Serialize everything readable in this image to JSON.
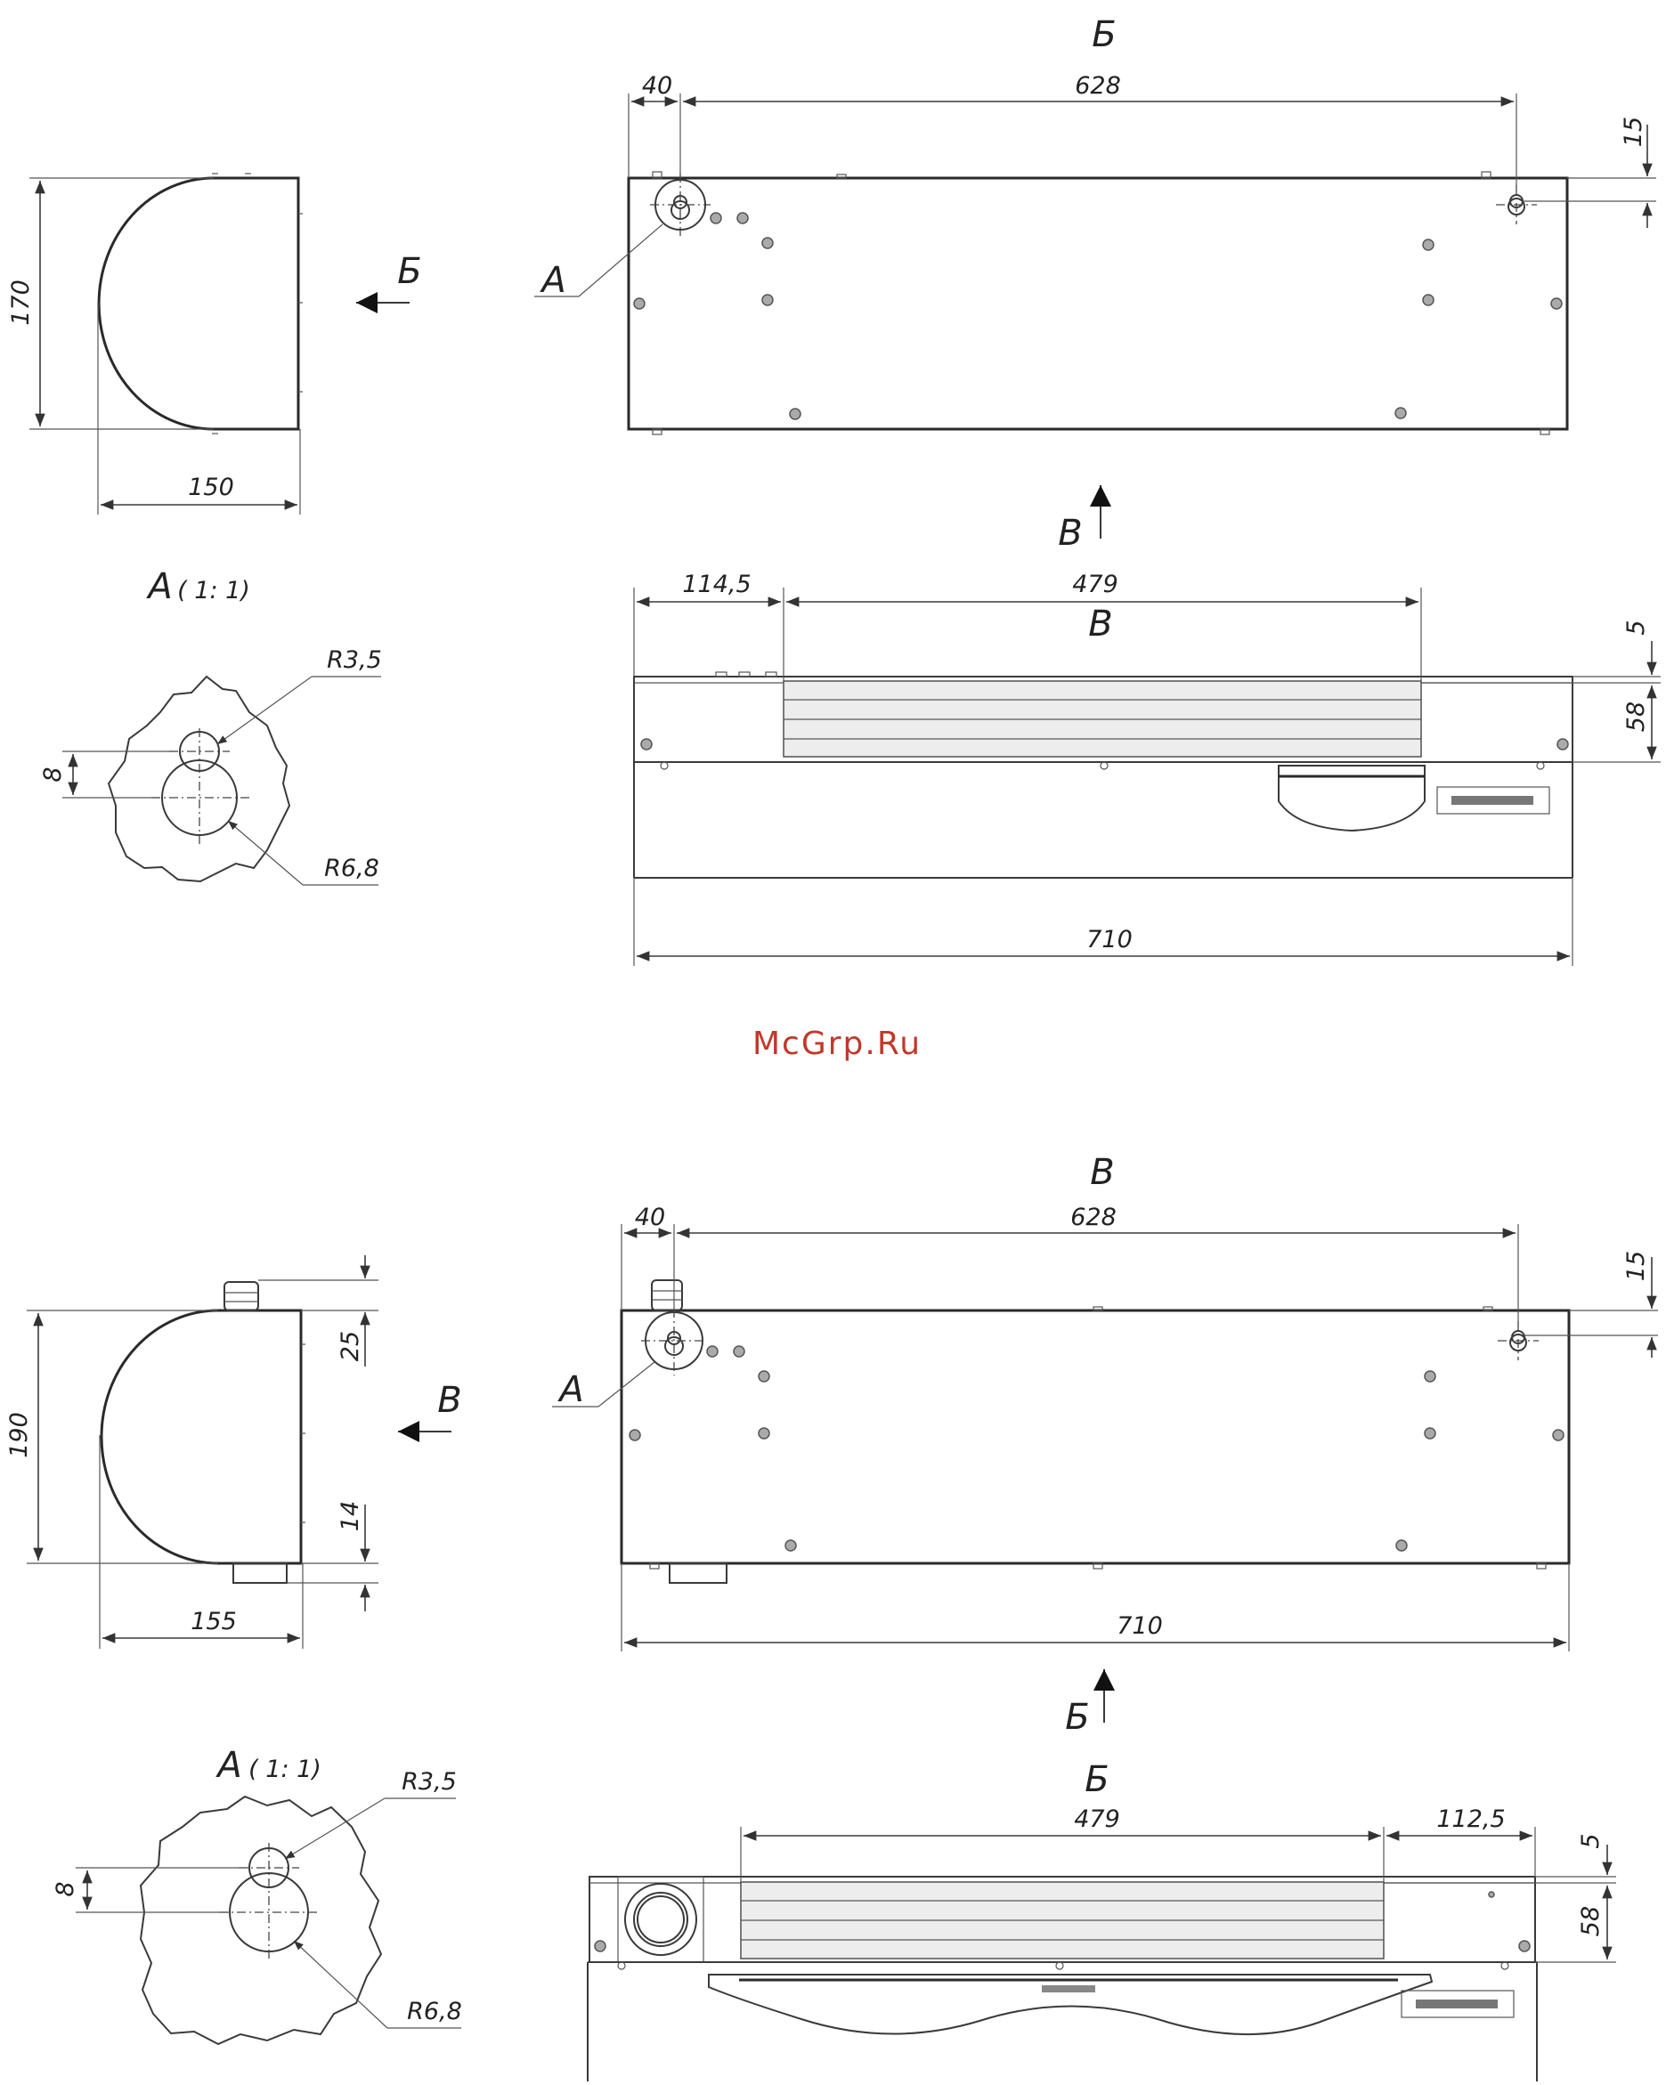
{
  "watermark": "McGrp.Ru",
  "top": {
    "side": {
      "height": "170",
      "width": "150",
      "arrow": "Б"
    },
    "view_b": {
      "title": "Б",
      "offset": "40",
      "span": "628",
      "edge": "15",
      "detail": "А"
    },
    "arrow_v": "В",
    "view_v": {
      "title": "В",
      "left": "114,5",
      "grill": "479",
      "gap": "5",
      "height": "58",
      "total": "710"
    },
    "detail": {
      "title": "А",
      "scale": "( 1: 1)",
      "r_small": "R3,5",
      "r_large": "R6,8",
      "offset": "8"
    }
  },
  "bottom": {
    "side": {
      "height": "190",
      "width": "155",
      "top": "25",
      "bottom": "14",
      "arrow": "В"
    },
    "view_v": {
      "title": "В",
      "offset": "40",
      "span": "628",
      "edge": "15",
      "total": "710",
      "detail": "А"
    },
    "arrow_b": "Б",
    "view_b": {
      "title": "Б",
      "grill": "479",
      "right": "112,5",
      "gap": "5",
      "height": "58"
    },
    "detail": {
      "title": "А",
      "scale": "( 1: 1)",
      "r_small": "R3,5",
      "r_large": "R6,8",
      "offset": "8"
    }
  }
}
